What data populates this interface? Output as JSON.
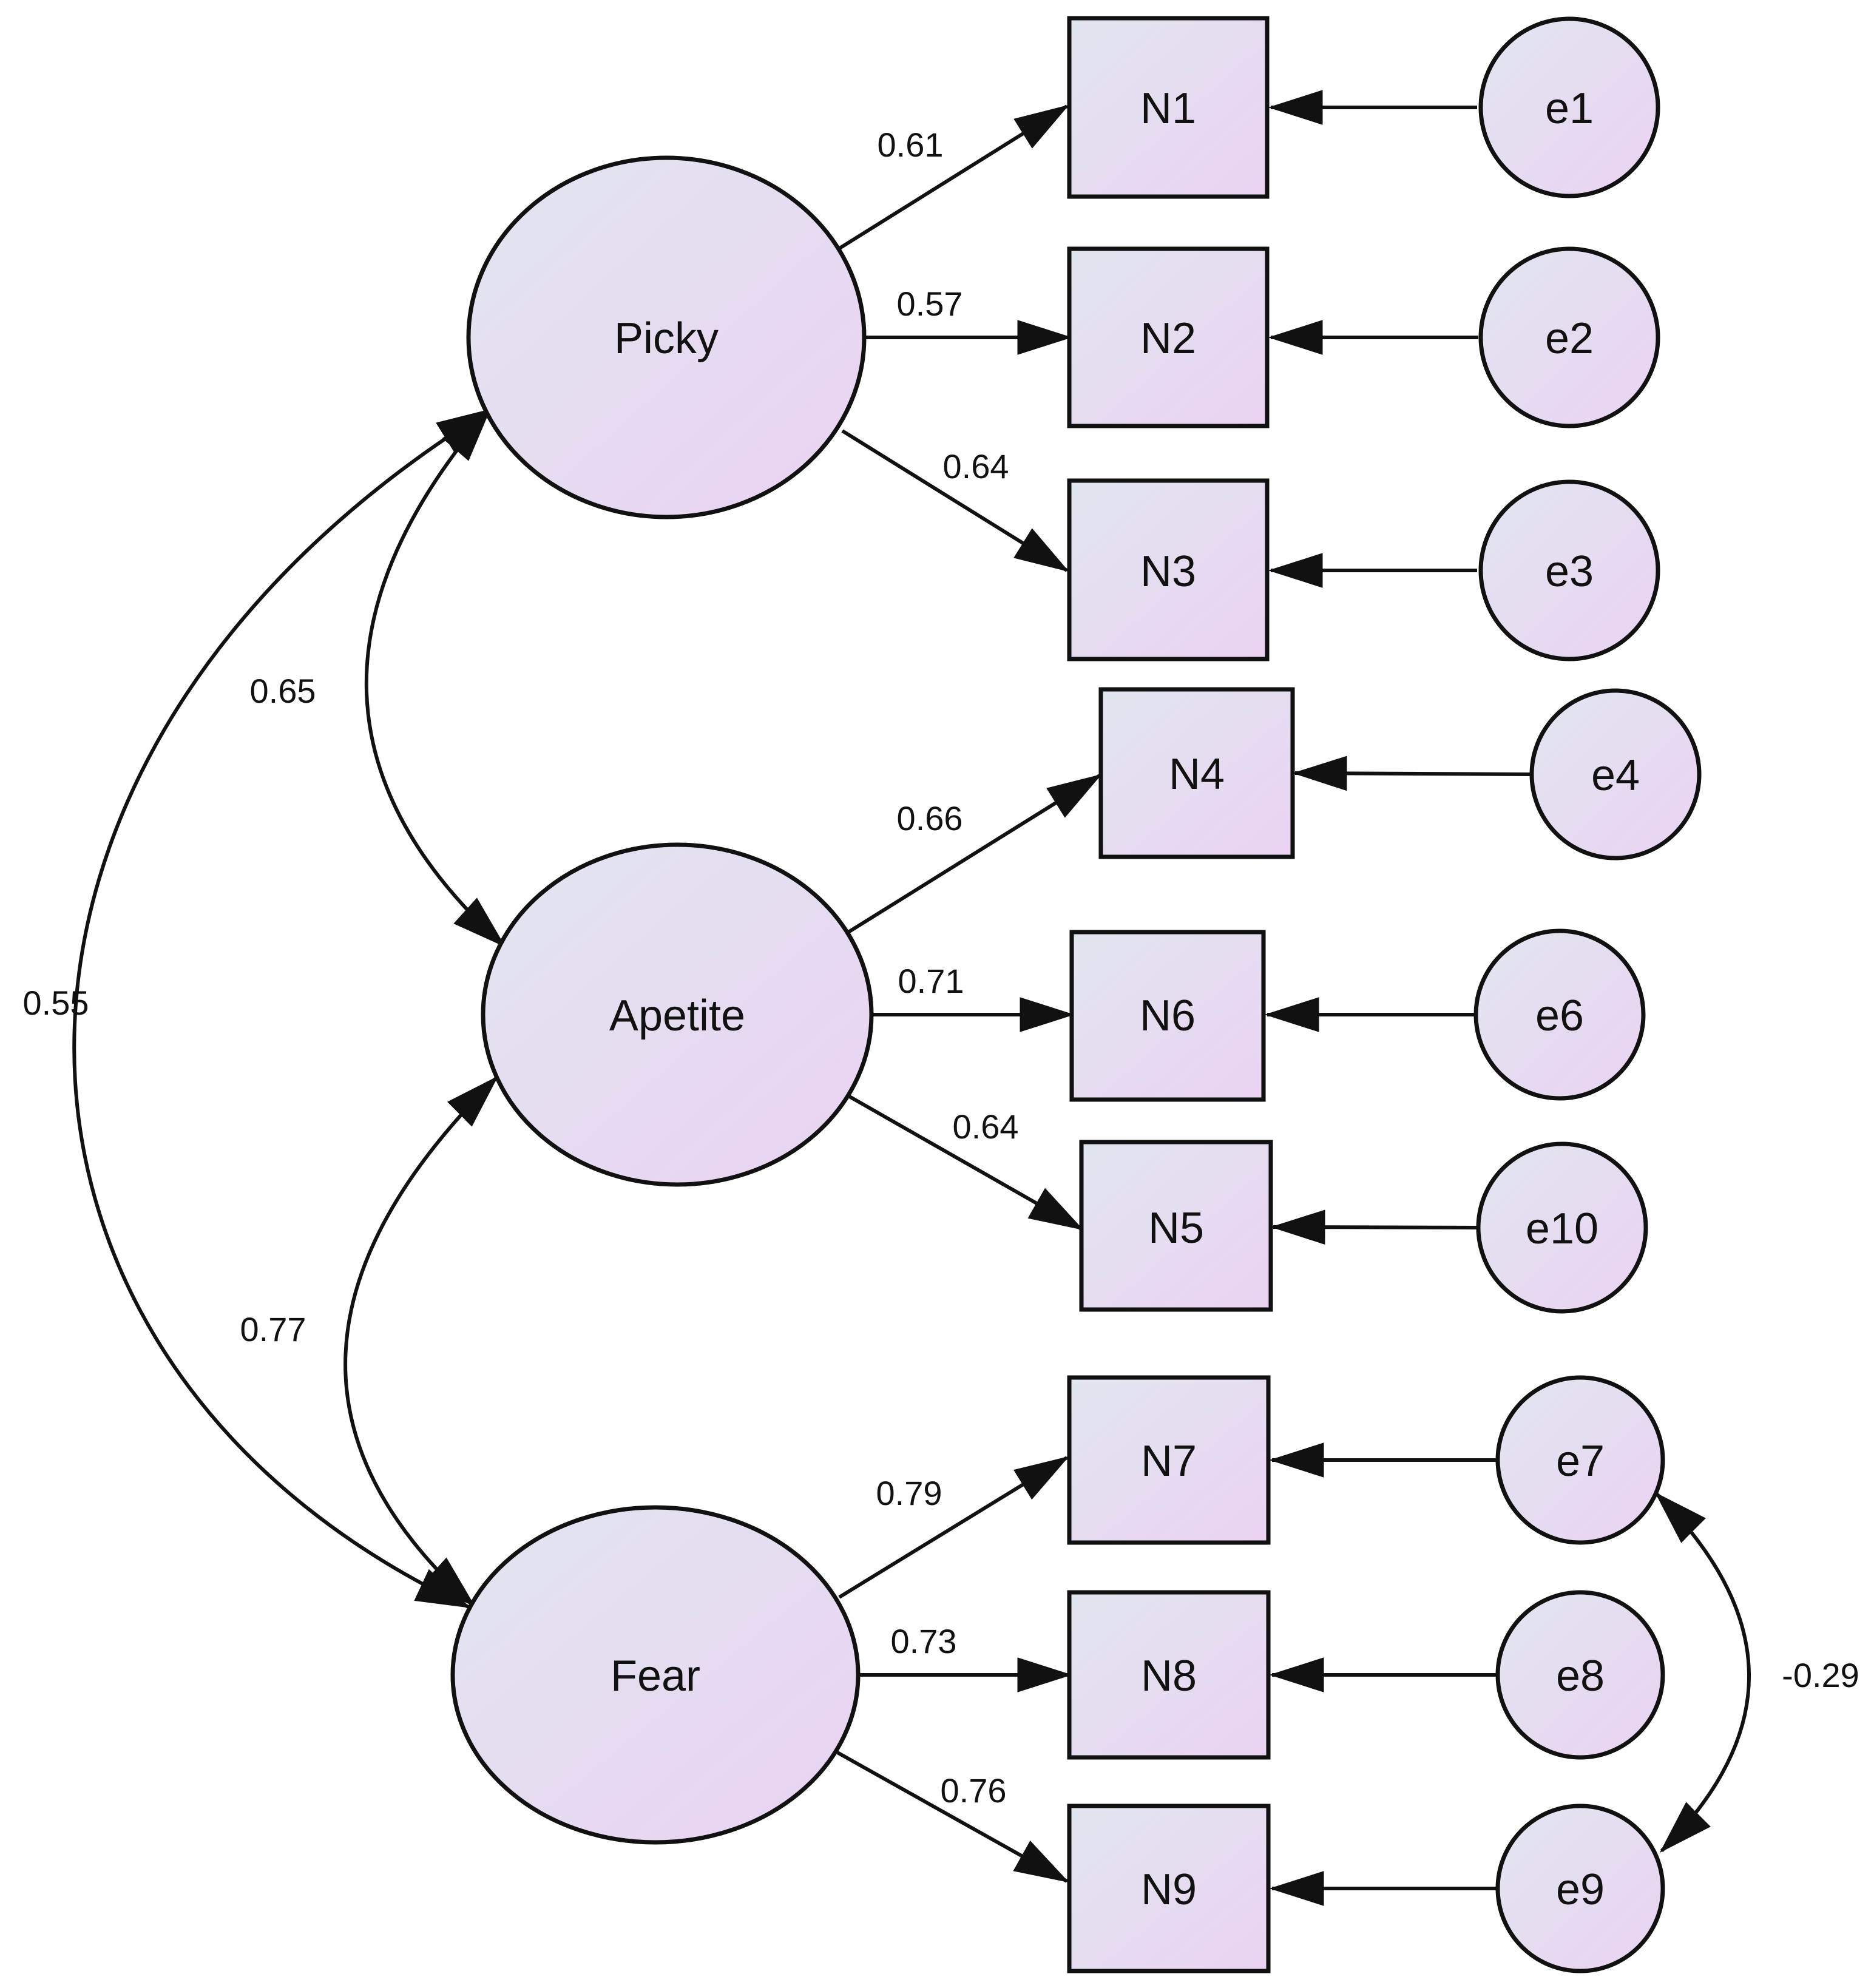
{
  "colors": {
    "node_fill_start": "#e1e6ef",
    "node_fill_end": "#ead2f2",
    "stroke": "#111111"
  },
  "latent_factors": [
    {
      "id": "picky",
      "label": "Picky"
    },
    {
      "id": "apetite",
      "label": "Apetite"
    },
    {
      "id": "fear",
      "label": "Fear"
    }
  ],
  "indicators": [
    {
      "id": "n1",
      "label": "N1"
    },
    {
      "id": "n2",
      "label": "N2"
    },
    {
      "id": "n3",
      "label": "N3"
    },
    {
      "id": "n4",
      "label": "N4"
    },
    {
      "id": "n6",
      "label": "N6"
    },
    {
      "id": "n5",
      "label": "N5"
    },
    {
      "id": "n7",
      "label": "N7"
    },
    {
      "id": "n8",
      "label": "N8"
    },
    {
      "id": "n9",
      "label": "N9"
    }
  ],
  "errors": [
    {
      "id": "e1",
      "label": "e1"
    },
    {
      "id": "e2",
      "label": "e2"
    },
    {
      "id": "e3",
      "label": "e3"
    },
    {
      "id": "e4",
      "label": "e4"
    },
    {
      "id": "e6",
      "label": "e6"
    },
    {
      "id": "e10",
      "label": "e10"
    },
    {
      "id": "e7",
      "label": "e7"
    },
    {
      "id": "e8",
      "label": "e8"
    },
    {
      "id": "e9",
      "label": "e9"
    }
  ],
  "loadings": [
    {
      "from": "Picky",
      "to": "N1",
      "value": "0.61"
    },
    {
      "from": "Picky",
      "to": "N2",
      "value": "0.57"
    },
    {
      "from": "Picky",
      "to": "N3",
      "value": "0.64"
    },
    {
      "from": "Apetite",
      "to": "N4",
      "value": "0.66"
    },
    {
      "from": "Apetite",
      "to": "N6",
      "value": "0.71"
    },
    {
      "from": "Apetite",
      "to": "N5",
      "value": "0.64"
    },
    {
      "from": "Fear",
      "to": "N7",
      "value": "0.79"
    },
    {
      "from": "Fear",
      "to": "N8",
      "value": "0.73"
    },
    {
      "from": "Fear",
      "to": "N9",
      "value": "0.76"
    }
  ],
  "correlations": [
    {
      "between": [
        "Picky",
        "Apetite"
      ],
      "value": "0.65"
    },
    {
      "between": [
        "Apetite",
        "Fear"
      ],
      "value": "0.77"
    },
    {
      "between": [
        "Picky",
        "Fear"
      ],
      "value": "0.55"
    },
    {
      "between": [
        "e7",
        "e9"
      ],
      "value": "-0.29"
    }
  ]
}
